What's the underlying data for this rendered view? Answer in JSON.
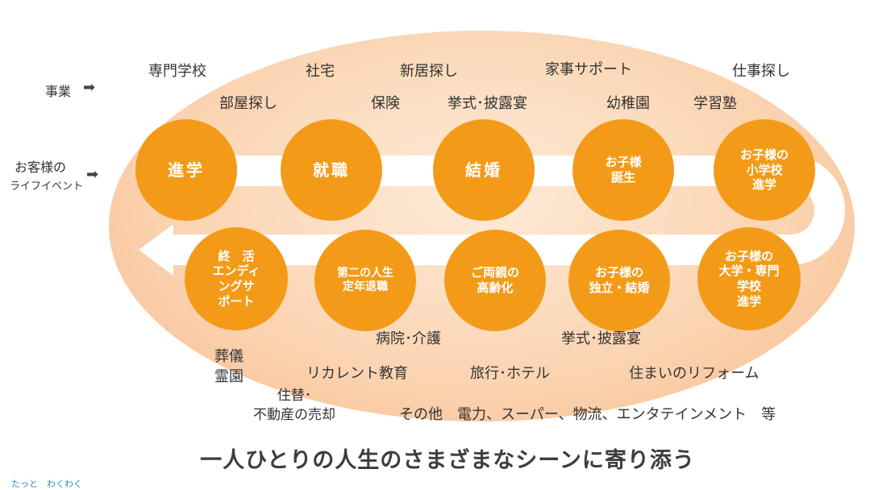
{
  "left_labels": {
    "business": "事業",
    "customer_line1": "お客様の",
    "customer_line2": "ライフイベント",
    "arrow_icon": "right-arrow-icon"
  },
  "top_row_circles": [
    {
      "label": "進学"
    },
    {
      "label": "就職"
    },
    {
      "label": "結婚"
    },
    {
      "label": "お子様\n誕生"
    },
    {
      "label": "お子様の\n小学校\n進学"
    }
  ],
  "bottom_row_circles": [
    {
      "label": "終　活\nエンディ\nングサ\nポート"
    },
    {
      "label": "第二の人生\n定年退職"
    },
    {
      "label": "ご両親の\n高齢化"
    },
    {
      "label": "お子様の\n独立・結婚"
    },
    {
      "label": "お子様の\n大学・専門\n学校\n進学"
    }
  ],
  "business_labels_top": [
    "専門学校",
    "社宅",
    "新居探し",
    "家事サポート",
    "仕事探し",
    "部屋探し",
    "保険",
    "挙式･披露宴",
    "幼稚園",
    "学習塾"
  ],
  "business_labels_bottom": {
    "hospital": "病院･介護",
    "wedding": "挙式･披露宴",
    "funeral": "葬儀\n霊園",
    "recurrent": "リカレント教育",
    "travel": "旅行･ホテル",
    "reform": "住まいのリフォーム",
    "housing": "住替･\n不動産の売却",
    "other": "その他　電力、スーパー、物流、エンタテインメント　等"
  },
  "tagline": "一人ひとりの人生のさまざまなシーンに寄り添う",
  "footer": "たっと　わくわく",
  "colors": {
    "circle": "#f39b18",
    "ellipse_center": "#fdebd8",
    "ellipse_edge": "#f7b98b",
    "flow_band": "#ffffff",
    "text": "#333333"
  }
}
